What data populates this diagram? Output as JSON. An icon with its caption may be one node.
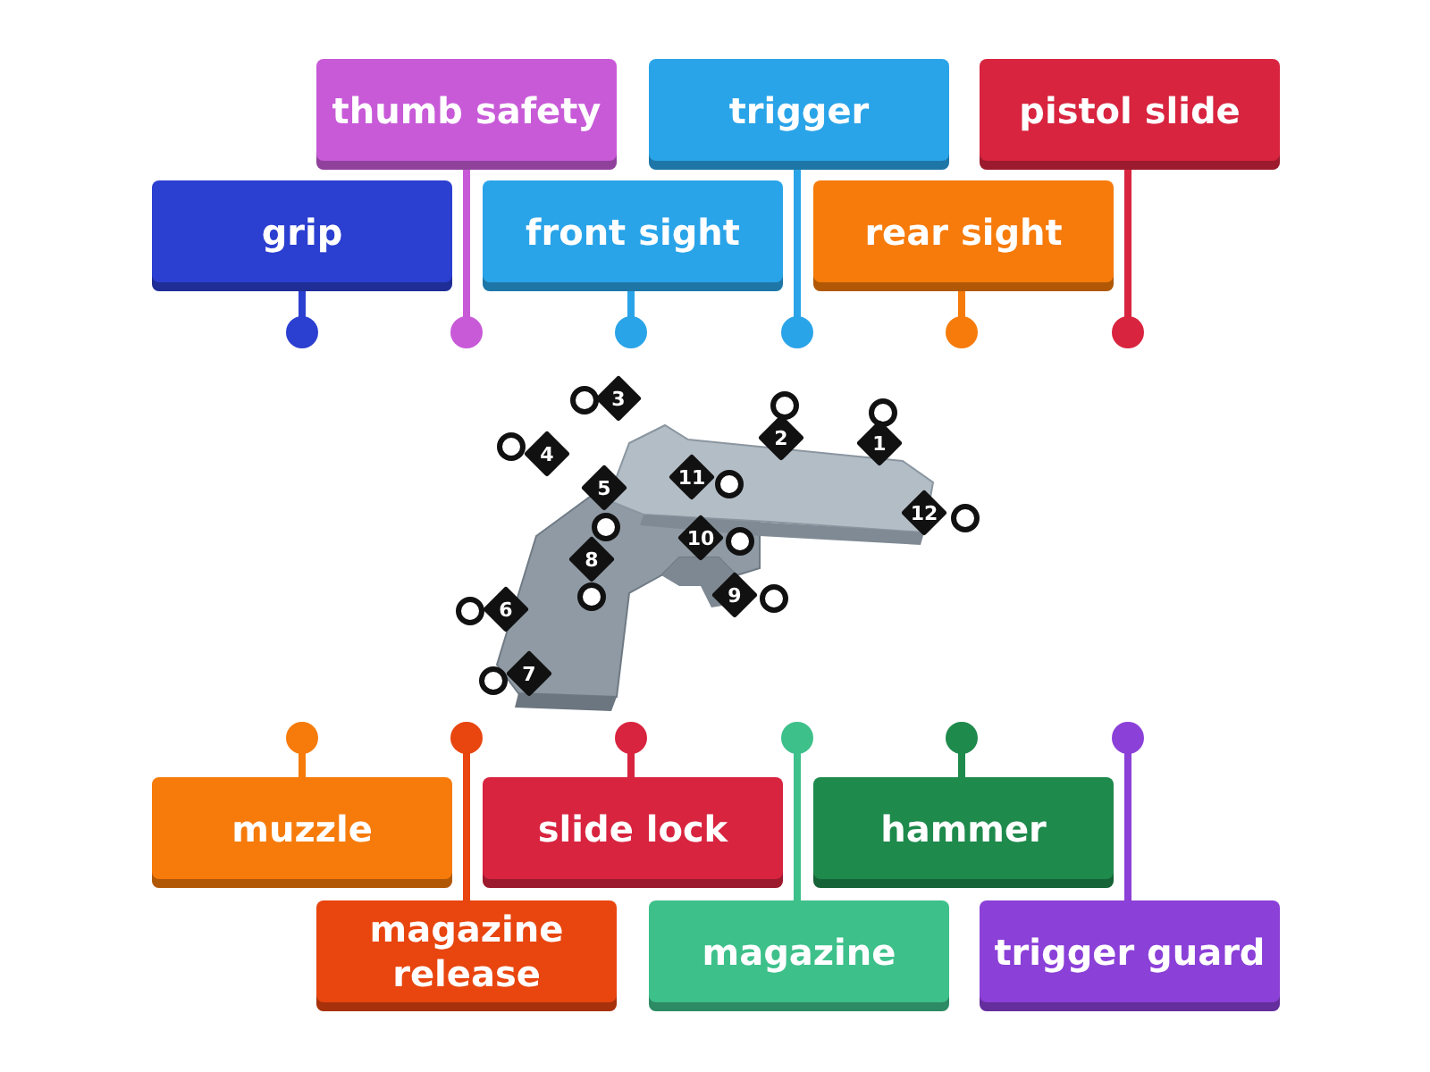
{
  "diagram": {
    "nodes": [
      {
        "text": [
          "thumb safety"
        ]
      },
      {
        "text": [
          "trigger"
        ]
      },
      {
        "text": [
          "pistol slide"
        ]
      },
      {
        "text": [
          "grip"
        ]
      },
      {
        "text": [
          "front sight"
        ]
      },
      {
        "text": [
          "rear sight"
        ]
      },
      {
        "text": [
          "muzzle"
        ]
      },
      {
        "text": [
          "slide lock"
        ]
      },
      {
        "text": [
          "hammer"
        ]
      },
      {
        "text": [
          "magazine release"
        ]
      },
      {
        "text": [
          "magazine"
        ]
      },
      {
        "text": [
          "trigger guard"
        ]
      }
    ],
    "labels": [
      "3",
      "2",
      "1",
      "4",
      "11",
      "5",
      "12",
      "10",
      "8",
      "9",
      "6",
      "7"
    ]
  }
}
